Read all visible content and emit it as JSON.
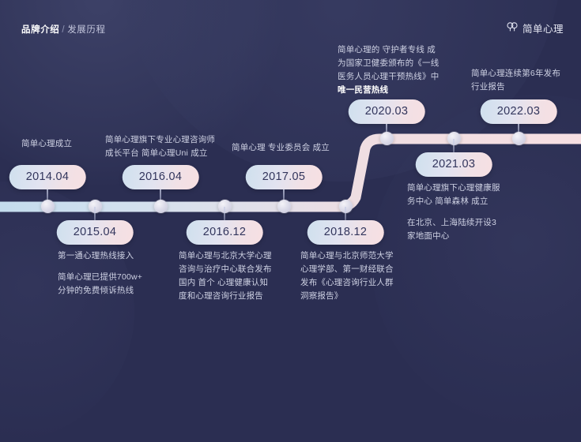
{
  "header": {
    "breadcrumb_current": "品牌介绍",
    "breadcrumb_separator": "/",
    "breadcrumb_sub": "发展历程",
    "brand_name": "简单心理",
    "brand_logo_icon": "simple-psychology-logo-icon"
  },
  "theme": {
    "background": "#2b2e52",
    "line_left": "#cfe2ee",
    "line_right": "#f4dde1",
    "pill_text": "#32355c",
    "caption_text": "#ced1e3",
    "highlight_text": "#ffffff"
  },
  "timeline": {
    "milestones": [
      {
        "id": "2014-04",
        "date": "2014.04",
        "position": "above",
        "caption_lines": [
          "简单心理成立"
        ],
        "highlight": ""
      },
      {
        "id": "2015-04",
        "date": "2015.04",
        "position": "below",
        "caption_lines": [
          "第一通心理热线接入",
          "简单心理已提供700w+\n分钟的免费倾诉热线"
        ],
        "highlight": ""
      },
      {
        "id": "2016-04",
        "date": "2016.04",
        "position": "above",
        "caption_lines": [
          "简单心理旗下专业心理咨询师\n成长平台 简单心理Uni 成立"
        ],
        "highlight": ""
      },
      {
        "id": "2016-12",
        "date": "2016.12",
        "position": "below",
        "caption_lines": [
          "简单心理与北京大学心理\n咨询与治疗中心联合发布\n国内 首个 心理健康认知\n度和心理咨询行业报告"
        ],
        "highlight": ""
      },
      {
        "id": "2017-05",
        "date": "2017.05",
        "position": "above",
        "caption_lines": [
          "简单心理 专业委员会 成立"
        ],
        "highlight": ""
      },
      {
        "id": "2018-12",
        "date": "2018.12",
        "position": "below",
        "caption_lines": [
          "简单心理与北京师范大学\n心理学部、第一财经联合\n发布《心理咨询行业人群\n洞察报告》"
        ],
        "highlight": ""
      },
      {
        "id": "2020-03",
        "date": "2020.03",
        "position": "above",
        "caption_lines": [
          "简单心理的 守护者专线 成\n为国家卫健委颁布的《一线\n医务人员心理干预热线》中"
        ],
        "highlight": "唯一民营热线"
      },
      {
        "id": "2021-03",
        "date": "2021.03",
        "position": "below",
        "caption_lines": [
          "简单心理旗下心理健康服\n务中心 简单森林 成立",
          "在北京、上海陆续开设3\n家地面中心"
        ],
        "highlight": ""
      },
      {
        "id": "2022-03",
        "date": "2022.03",
        "position": "above",
        "caption_lines": [
          "简单心理连续第6年发布\n行业报告"
        ],
        "highlight": ""
      }
    ]
  }
}
